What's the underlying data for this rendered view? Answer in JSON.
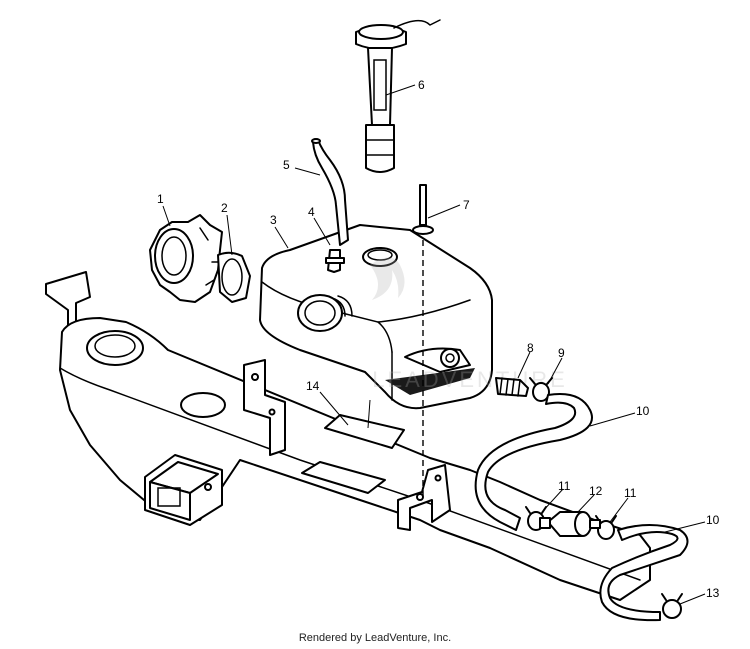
{
  "diagram": {
    "parts": [
      {
        "id": "1",
        "label": "1"
      },
      {
        "id": "2",
        "label": "2"
      },
      {
        "id": "3",
        "label": "3"
      },
      {
        "id": "4",
        "label": "4"
      },
      {
        "id": "5",
        "label": "5"
      },
      {
        "id": "6",
        "label": "6"
      },
      {
        "id": "7",
        "label": "7"
      },
      {
        "id": "8",
        "label": "8"
      },
      {
        "id": "9",
        "label": "9"
      },
      {
        "id": "10a",
        "label": "10"
      },
      {
        "id": "10b",
        "label": "10"
      },
      {
        "id": "11a",
        "label": "11"
      },
      {
        "id": "11b",
        "label": "11"
      },
      {
        "id": "12",
        "label": "12"
      },
      {
        "id": "13",
        "label": "13"
      },
      {
        "id": "14",
        "label": "14"
      }
    ],
    "watermark": "LEADVENTURE",
    "footer": "Rendered by LeadVenture, Inc."
  }
}
